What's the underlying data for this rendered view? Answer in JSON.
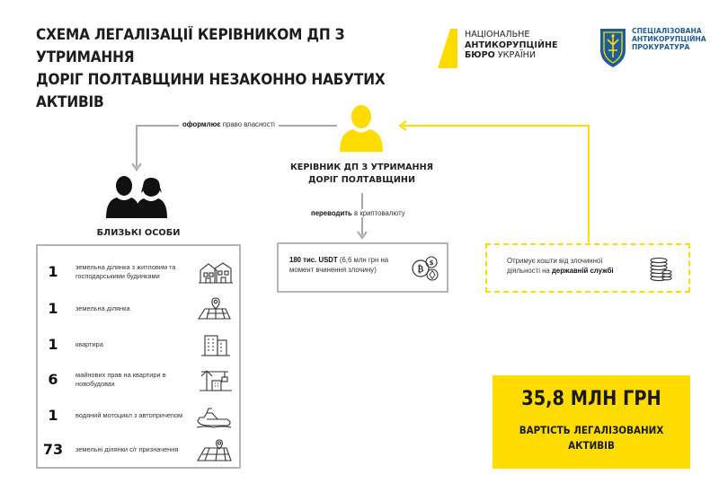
{
  "title_line1": "СХЕМА ЛЕГАЛІЗАЦІЇ КЕРІВНИКОМ ДП З УТРИМАННЯ",
  "title_line2": "ДОРІГ ПОЛТАВЩИНИ НЕЗАКОННО НАБУТИХ АКТИВІВ",
  "nabu": {
    "line1": "НАЦІОНАЛЬНЕ",
    "line2": "АНТИКОРУПЦІЙНЕ",
    "line3_bold": "БЮРО",
    "line3_rest": " УКРАЇНИ"
  },
  "sap": {
    "line1": "СПЕЦІАЛІЗОВАНА",
    "line2": "АНТИКОРУПЦІЙНА",
    "line3": "ПРОКУРАТУРА"
  },
  "colors": {
    "yellow": "#ffdc00",
    "gray": "#a9a9a9",
    "text": "#1a1a1a",
    "sap_blue": "#1d5d99"
  },
  "head": {
    "line1": "КЕРІВНИК ДП  З  УТРИМАННЯ",
    "line2": "ДОРІГ ПОЛТАВЩИНИ",
    "icon": "person-icon"
  },
  "edge_ownership": {
    "bold": "оформлює",
    "rest": " право власності"
  },
  "edge_crypto": {
    "bold": "переводить",
    "rest": " в криптовалюту"
  },
  "relatives": {
    "title": "БЛИЗЬКІ ОСОБИ",
    "icon": "two-people-icon"
  },
  "assets": [
    {
      "num": "1",
      "desc": "земельна ділянка з житловим та господарськими будинками",
      "icon": "house-icon"
    },
    {
      "num": "1",
      "desc": "земельна ділянка",
      "icon": "land-plot-icon"
    },
    {
      "num": "1",
      "desc": "квартира",
      "icon": "apartment-icon"
    },
    {
      "num": "6",
      "desc": "майнових прав на квартири в новобудовах",
      "icon": "construction-icon"
    },
    {
      "num": "1",
      "desc": "водяний мотоцикл з автопричепом",
      "icon": "jet-ski-icon"
    },
    {
      "num": "73",
      "desc": "земельні ділянки с/г призначення",
      "icon": "field-map-icon"
    }
  ],
  "crypto": {
    "bold": "180 тис. USDT",
    "rest": " (6,6 млн грн на момент вчинення злочину)",
    "icon": "crypto-coins-icon"
  },
  "income": {
    "line1": "Отримує кошти від злочинної",
    "line2_pre": "діяльності на ",
    "line2_bold": "державній службі",
    "icon": "coin-stack-icon"
  },
  "total": {
    "amount": "35,8 МЛН ГРН",
    "line1": "ВАРТІСТЬ ЛЕГАЛІЗОВАНИХ",
    "line2": "АКТИВІВ"
  }
}
